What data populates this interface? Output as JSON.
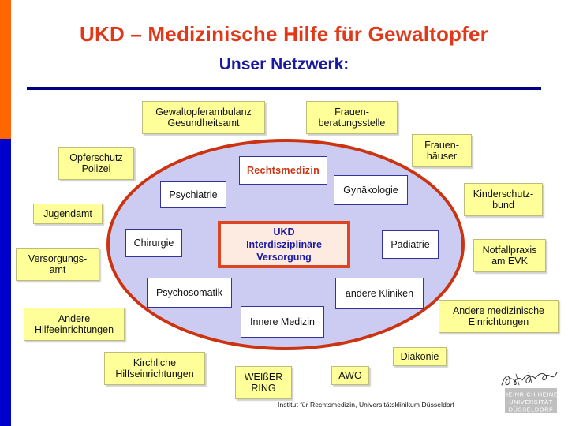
{
  "slide": {
    "title": "UKD – Medizinische Hilfe für Gewaltopfer",
    "subtitle": "Unser Netzwerk:",
    "footer": "Institut für Rechtsmedizin, Universitätsklinikum Düsseldorf",
    "logo": {
      "line1": "HEINRICH HEINE",
      "line2": "UNIVERSITÄT",
      "line3": "DÜSSELDORF"
    }
  },
  "colors": {
    "title_red": "#E0391A",
    "subtitle_blue": "#1A1A9E",
    "rule_blue": "#000080",
    "bar_orange": "#FF6600",
    "bar_blue": "#0000CC",
    "ellipse_fill": "#CCCCF2",
    "ellipse_border": "#CC3311",
    "yellow_fill": "#FFFF99",
    "white_fill": "#FFFFFF",
    "white_border": "#333399",
    "center_fill": "#FDEBE2",
    "center_border": "#DD4422"
  },
  "center_node": {
    "label": "UKD\nInterdisziplinäre\nVersorgung"
  },
  "inner_nodes": [
    {
      "label": "Rechtsmedizin",
      "style": "red"
    },
    {
      "label": "Psychiatrie",
      "style": "plain"
    },
    {
      "label": "Gynäkologie",
      "style": "plain"
    },
    {
      "label": "Chirurgie",
      "style": "plain"
    },
    {
      "label": "Pädiatrie",
      "style": "plain"
    },
    {
      "label": "Psychosomatik",
      "style": "plain"
    },
    {
      "label": "andere Kliniken",
      "style": "plain"
    },
    {
      "label": "Innere Medizin",
      "style": "plain"
    }
  ],
  "outer_nodes": [
    {
      "label": "Gewaltopferambulanz\nGesundheitsamt"
    },
    {
      "label": "Frauen-\nberatungsstelle"
    },
    {
      "label": "Frauen-\nhäuser"
    },
    {
      "label": "Opferschutz\nPolizei"
    },
    {
      "label": "Kinderschutz-\nbund"
    },
    {
      "label": "Jugendamt"
    },
    {
      "label": "Versorgungs-\namt"
    },
    {
      "label": "Notfallpraxis\nam EVK"
    },
    {
      "label": "Andere\nHilfeeinrichtungen"
    },
    {
      "label": "Andere medizinische\nEinrichtungen"
    },
    {
      "label": "Kirchliche\nHilfseinrichtungen"
    },
    {
      "label": "Diakonie"
    },
    {
      "label": "WEIßER\nRING"
    },
    {
      "label": "AWO"
    }
  ]
}
